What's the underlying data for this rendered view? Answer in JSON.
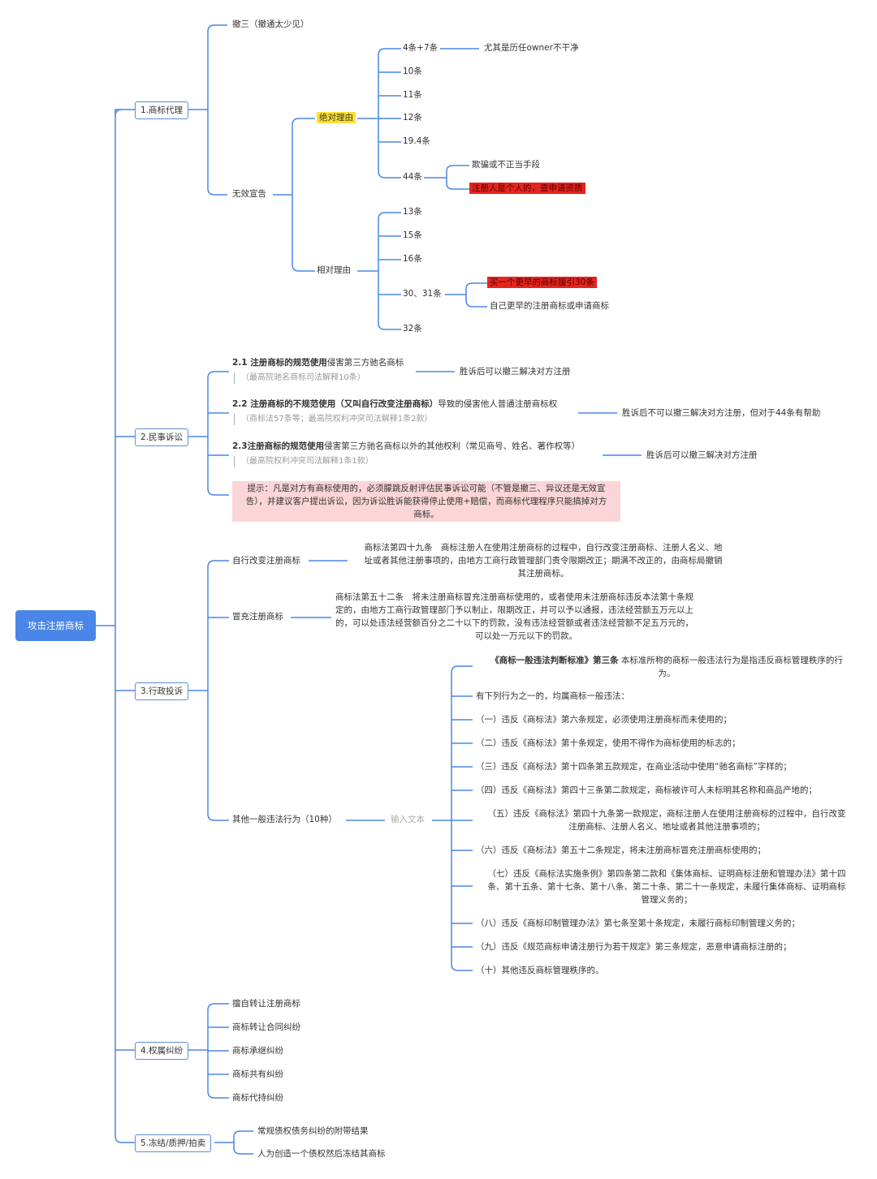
{
  "root": "攻击注册商标",
  "b1": {
    "label": "1.商标代理",
    "chesan": "撤三（撤通太少见）",
    "wuxiao": "无效宣告",
    "absolute": {
      "label": "绝对理由",
      "items": [
        "4条+7条",
        "10条",
        "11条",
        "12条",
        "19.4条",
        "44条"
      ],
      "note_47": "尤其是历任owner不干净",
      "sub44": [
        "欺骗或不正当手段",
        "注册人是个人的，查申请资质"
      ]
    },
    "relative": {
      "label": "相对理由",
      "items": [
        "13条",
        "15条",
        "16条",
        "30、31条",
        "32条"
      ],
      "sub3031": [
        "买一个更早的商标援引30条",
        "自己更早的注册商标或申请商标"
      ]
    }
  },
  "b2": {
    "label": "2.民事诉讼",
    "i1": {
      "bold": "2.1 注册商标的规范使用",
      "text": "侵害第三方驰名商标",
      "sub": "（最高院驰名商标司法解释10条）",
      "result": "胜诉后可以撤三解决对方注册"
    },
    "i2": {
      "bold": "2.2 注册商标的不规范使用（又叫自行改变注册商标）",
      "text": "导致的侵害他人普通注册商标权",
      "sub": "（商标法57条等；最高院权利冲突司法解释1条2款）",
      "result": "胜诉后不可以撤三解决对方注册，但对于44条有帮助"
    },
    "i3": {
      "bold": "2.3注册商标的规范使用",
      "text": "侵害第三方驰名商标以外的其他权利（常见商号、姓名、著作权等）",
      "sub": "（最高院权利冲突司法解释1条1款）",
      "result": "胜诉后可以撤三解决对方注册"
    },
    "tip": [
      "提示：凡是对方有商标使用的，必须朦跳反射评估民事诉讼可能（不管是撤三、异议还是无效宣",
      "告），并建议客户提出诉讼，因为诉讼胜诉能获得停止使用+赔偿，而商标代理程序只能搞掉对方",
      "商标。"
    ]
  },
  "b3": {
    "label": "3.行政投诉",
    "a": {
      "label": "自行改变注册商标",
      "text": [
        "商标法第四十九条　商标注册人在使用注册商标的过程中，自行改变注册商标、注册人名义、地",
        "址或者其他注册事项的，由地方工商行政管理部门责令限期改正；期满不改正的，由商标局撤销",
        "其注册商标。"
      ]
    },
    "b": {
      "label": "冒充注册商标",
      "text": [
        "商标法第五十二条　将未注册商标冒充注册商标使用的，或者使用未注册商标违反本法第十条规",
        "定的，由地方工商行政管理部门予以制止，限期改正，并可以予以通报，违法经营额五万元以上",
        "的，可以处违法经营额百分之二十以下的罚款，没有违法经营额或者违法经营额不足五万元的，",
        "可以处一万元以下的罚款。"
      ]
    },
    "c": {
      "label": "其他一般违法行为（10种）",
      "input": "输入文本",
      "head_bold": "《商标一般违法判断标准》第三条",
      "head_text": "本标准所称的商标一般违法行为是指违反商标管理秩序的行",
      "head_text2": "为。",
      "intro": "有下列行为之一的，均属商标一般违法：",
      "items": [
        [
          "（一）违反《商标法》第六条规定，必须使用注册商标而未使用的；"
        ],
        [
          "（二）违反《商标法》第十条规定，使用不得作为商标使用的标志的；"
        ],
        [
          "（三）违反《商标法》第十四条第五款规定，在商业活动中使用“驰名商标”字样的；"
        ],
        [
          "（四）违反《商标法》第四十三条第二款规定，商标被许可人未标明其名称和商品产地的；"
        ],
        [
          "（五）违反《商标法》第四十九条第一款规定，商标注册人在使用注册商标的过程中，自行改变",
          "注册商标、注册人名义、地址或者其他注册事项的；"
        ],
        [
          "（六）违反《商标法》第五十二条规定，将未注册商标冒充注册商标使用的；"
        ],
        [
          "（七）违反《商标法实施条例》第四条第二款和《集体商标、证明商标注册和管理办法》第十四",
          "条、第十五条、第十七条、第十八条、第二十条、第二十一条规定，未履行集体商标、证明商标",
          "管理义务的；"
        ],
        [
          "（八）违反《商标印制管理办法》第七条至第十条规定，未履行商标印制管理义务的；"
        ],
        [
          "（九）违反《规范商标申请注册行为若干规定》第三条规定，恶意申请商标注册的；"
        ],
        [
          "（十）其他违反商标管理秩序的。"
        ]
      ]
    }
  },
  "b4": {
    "label": "4.权属纠纷",
    "items": [
      "擅自转让注册商标",
      "商标转让合同纠纷",
      "商标承继纠纷",
      "商标共有纠纷",
      "商标代持纠纷"
    ]
  },
  "b5": {
    "label": "5.冻结/质押/拍卖",
    "items": [
      "常规债权债务纠纷的附带结果",
      "人为创造一个债权然后冻结其商标"
    ]
  },
  "colors": {
    "line": "#4a86e8",
    "root": "#4a86e8",
    "yellow": "#ffe033",
    "red": "#e5251f",
    "pink": "#fbd5d7"
  }
}
